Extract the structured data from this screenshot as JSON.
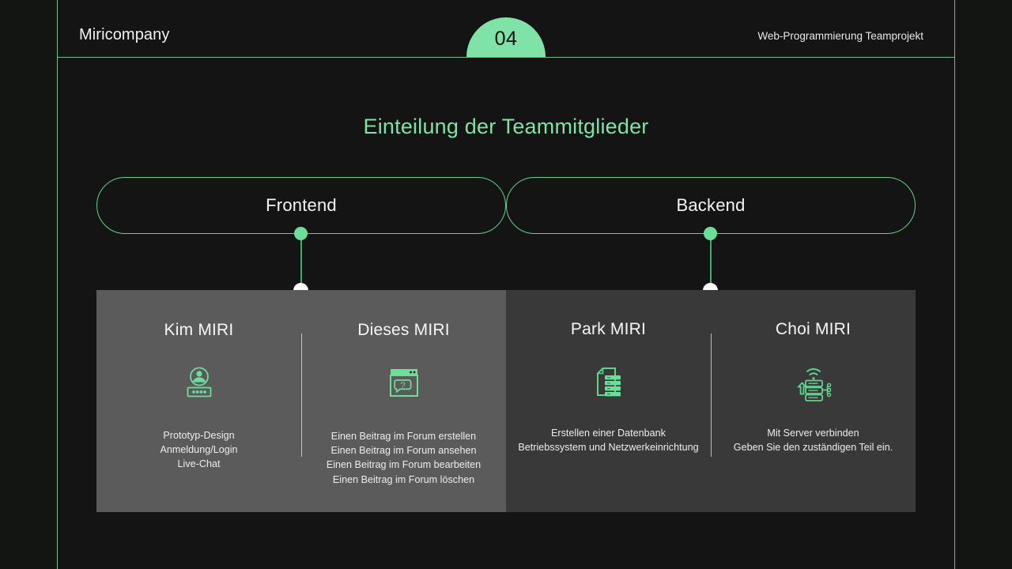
{
  "header": {
    "brand": "Miricompany",
    "page_number": "04",
    "course": "Web-Programmierung Teamprojekt"
  },
  "title": "Einteilung der Teammitglieder",
  "colors": {
    "accent_green": "#7fe3a7",
    "pill_border": "#5fd48c",
    "panel_left_bg": "#5b5b5b",
    "panel_right_bg": "#393939",
    "slide_bg": "#141414",
    "text_primary": "#f4f4f4"
  },
  "groups": [
    {
      "label": "Frontend",
      "members": [
        {
          "name": "Kim MIRI",
          "icon": "user-login-icon",
          "tasks": [
            "Prototyp-Design",
            "Anmeldung/Login",
            "Live-Chat"
          ]
        },
        {
          "name": "Dieses MIRI",
          "icon": "browser-faq-icon",
          "tasks": [
            "Einen Beitrag im Forum erstellen",
            "Einen Beitrag im Forum ansehen",
            "Einen Beitrag im Forum bearbeiten",
            "Einen Beitrag im Forum löschen"
          ]
        }
      ]
    },
    {
      "label": "Backend",
      "members": [
        {
          "name": "Park MIRI",
          "icon": "document-database-icon",
          "tasks": [
            "Erstellen einer Datenbank",
            "Betriebssystem und Netzwerkeinrichtung"
          ]
        },
        {
          "name": "Choi MIRI",
          "icon": "server-network-icon",
          "tasks": [
            "Mit Server verbinden",
            "Geben Sie den zuständigen Teil ein."
          ]
        }
      ]
    }
  ]
}
